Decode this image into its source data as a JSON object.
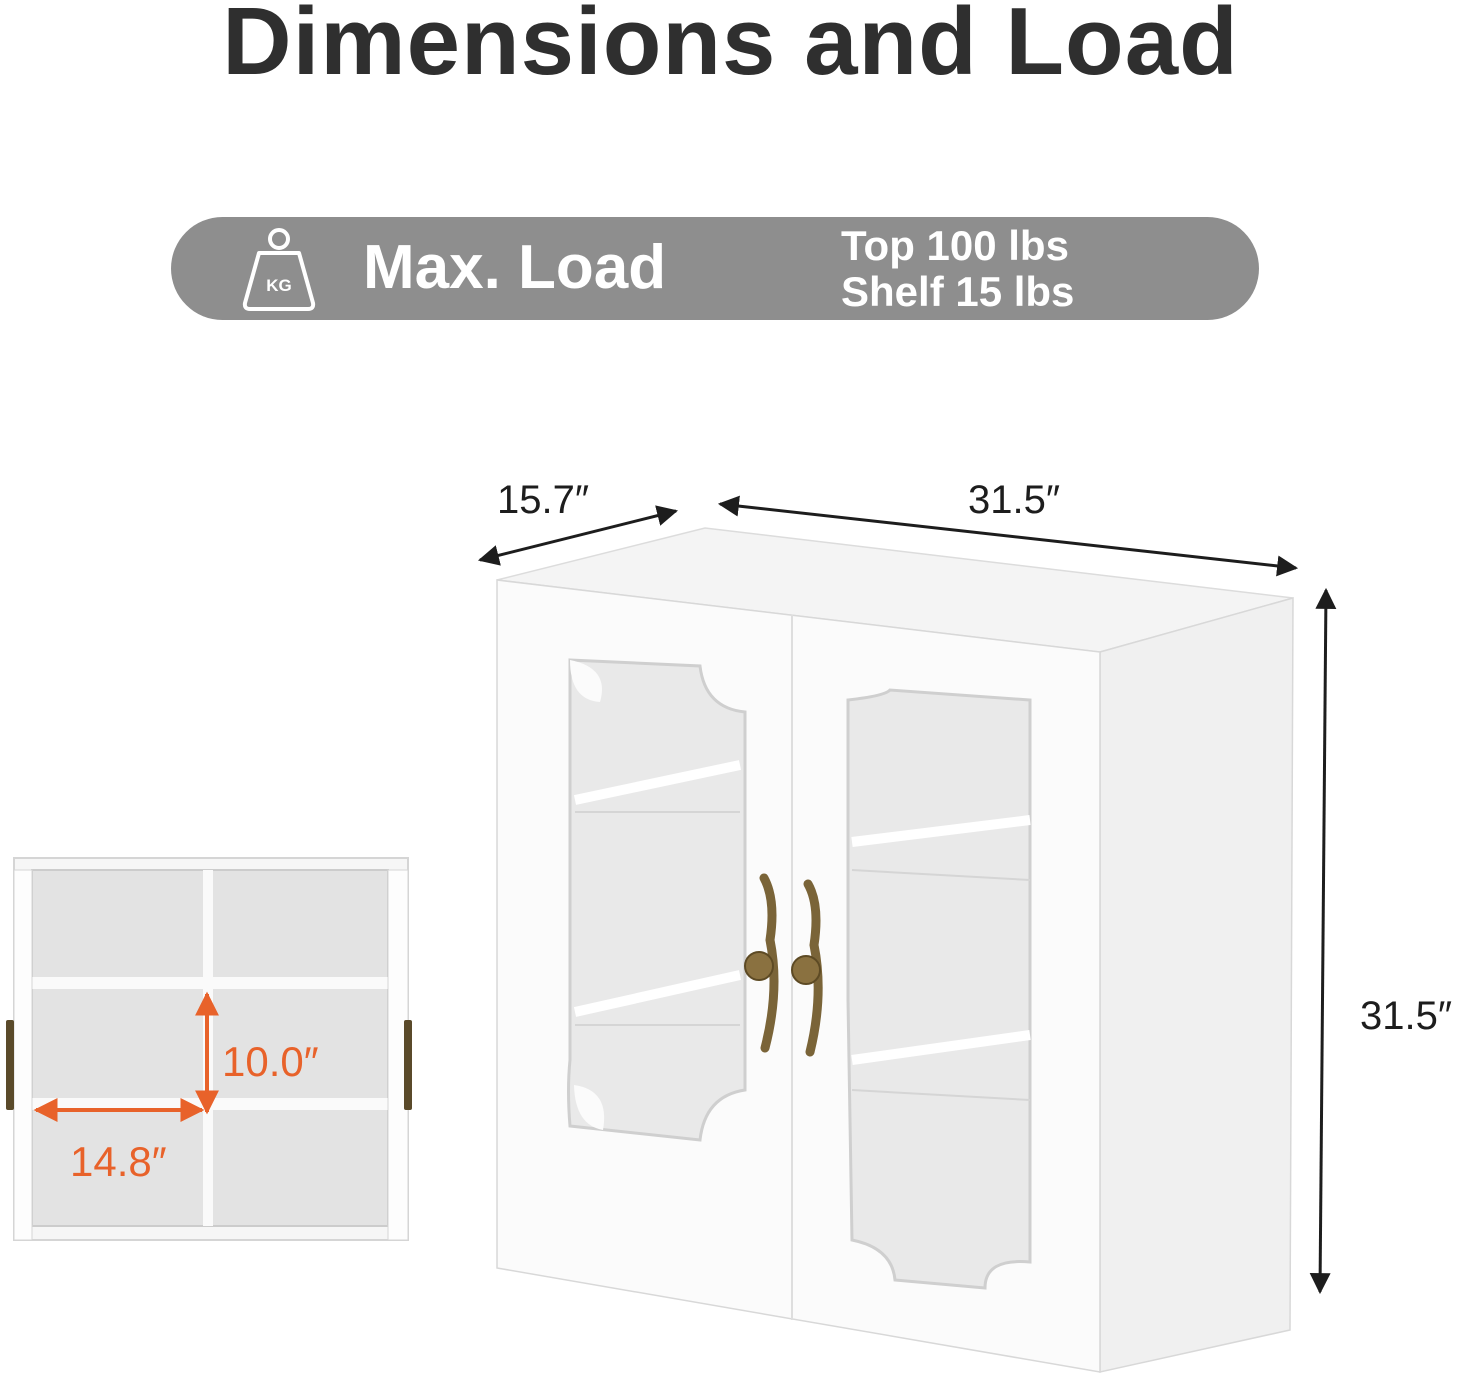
{
  "title": "Dimensions and Load",
  "load": {
    "icon": "weight-kg-icon",
    "icon_text": "KG",
    "label": "Max. Load",
    "top": "Top 100 lbs",
    "shelf": "Shelf 15 lbs"
  },
  "dimensions": {
    "depth": "15.7″",
    "width": "31.5″",
    "height": "31.5″",
    "shelf_height": "10.0″",
    "shelf_width": "14.8″"
  },
  "colors": {
    "pill": "#8e8e8e",
    "accent": "#e8622a",
    "text": "#2f2f2f"
  }
}
